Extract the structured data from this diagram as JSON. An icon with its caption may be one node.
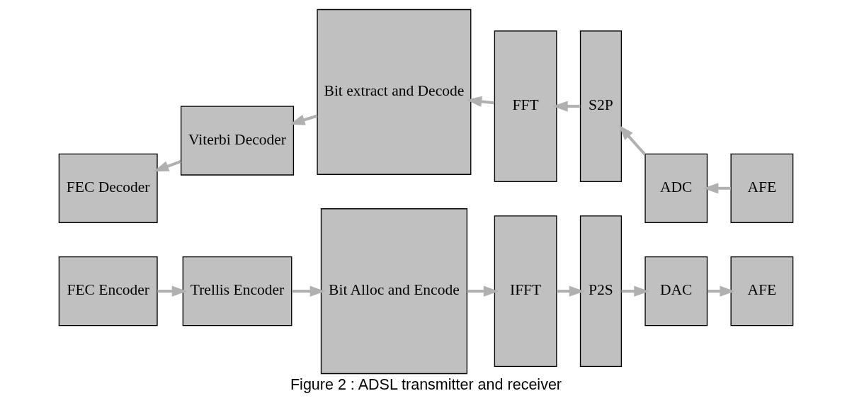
{
  "diagram": {
    "caption": "Figure 2 : ADSL transmitter and receiver",
    "nodes": [
      {
        "text": [
          "FEC Encoder"
        ]
      },
      {
        "text": [
          "Trellis Encoder"
        ]
      },
      {
        "text": [
          "Bit Alloc and Encode"
        ]
      },
      {
        "text": [
          "IFFT"
        ]
      },
      {
        "text": [
          "P2S"
        ]
      },
      {
        "text": [
          "DAC"
        ]
      },
      {
        "text": [
          "AFE"
        ]
      },
      {
        "text": [
          "FEC Decoder"
        ]
      },
      {
        "text": [
          "Viterbi Decoder"
        ]
      },
      {
        "text": [
          "Bit extract and Decode"
        ]
      },
      {
        "text": [
          "FFT"
        ]
      },
      {
        "text": [
          "S2P"
        ]
      },
      {
        "text": [
          "ADC"
        ]
      },
      {
        "text": [
          "AFE"
        ]
      }
    ],
    "edges": [
      {
        "from": 0,
        "to": 1,
        "arrow": "to"
      },
      {
        "from": 1,
        "to": 2,
        "arrow": "to"
      },
      {
        "from": 2,
        "to": 3,
        "arrow": "to"
      },
      {
        "from": 3,
        "to": 4,
        "arrow": "to"
      },
      {
        "from": 4,
        "to": 5,
        "arrow": "to"
      },
      {
        "from": 5,
        "to": 6,
        "arrow": "to"
      },
      {
        "from": 13,
        "to": 12,
        "arrow": "to"
      },
      {
        "from": 12,
        "to": 11,
        "arrow": "to"
      },
      {
        "from": 11,
        "to": 10,
        "arrow": "to"
      },
      {
        "from": 10,
        "to": 9,
        "arrow": "to"
      },
      {
        "from": 9,
        "to": 8,
        "arrow": "to"
      },
      {
        "from": 8,
        "to": 7,
        "arrow": "to"
      }
    ]
  }
}
